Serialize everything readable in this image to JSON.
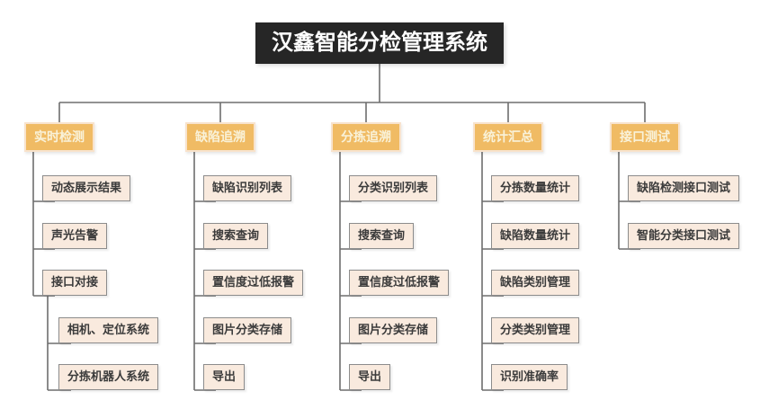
{
  "diagram": {
    "title": "汉鑫智能分检管理系统",
    "branches": [
      {
        "label": "实时检测",
        "children": [
          {
            "label": "动态展示结果"
          },
          {
            "label": "声光告警"
          },
          {
            "label": "接口对接",
            "children": [
              {
                "label": "相机、定位系统"
              },
              {
                "label": "分拣机器人系统"
              }
            ]
          }
        ]
      },
      {
        "label": "缺陷追溯",
        "children": [
          {
            "label": "缺陷识别列表"
          },
          {
            "label": "搜索查询"
          },
          {
            "label": "置信度过低报警"
          },
          {
            "label": "图片分类存储"
          },
          {
            "label": "导出"
          }
        ]
      },
      {
        "label": "分拣追溯",
        "children": [
          {
            "label": "分类识别列表"
          },
          {
            "label": "搜索查询"
          },
          {
            "label": "置信度过低报警"
          },
          {
            "label": "图片分类存储"
          },
          {
            "label": "导出"
          }
        ]
      },
      {
        "label": "统计汇总",
        "children": [
          {
            "label": "分拣数量统计"
          },
          {
            "label": "缺陷数量统计"
          },
          {
            "label": "缺陷类别管理"
          },
          {
            "label": "分类类别管理"
          },
          {
            "label": "识别准确率"
          }
        ]
      },
      {
        "label": "接口测试",
        "children": [
          {
            "label": "缺陷检测接口测试"
          },
          {
            "label": "智能分类接口测试"
          }
        ]
      }
    ],
    "colors": {
      "canvas_background": "#ffffff",
      "root_background": "#262626",
      "root_text": "#ffffff",
      "branch_background": "#f0bb64",
      "branch_border": "#f8e3cd",
      "branch_text": "#f9f2d9",
      "child_background": "#f9eade",
      "child_border": "#8c8c8c",
      "child_text": "#3b3b3b",
      "connector_line": "#6e6e6e"
    }
  }
}
